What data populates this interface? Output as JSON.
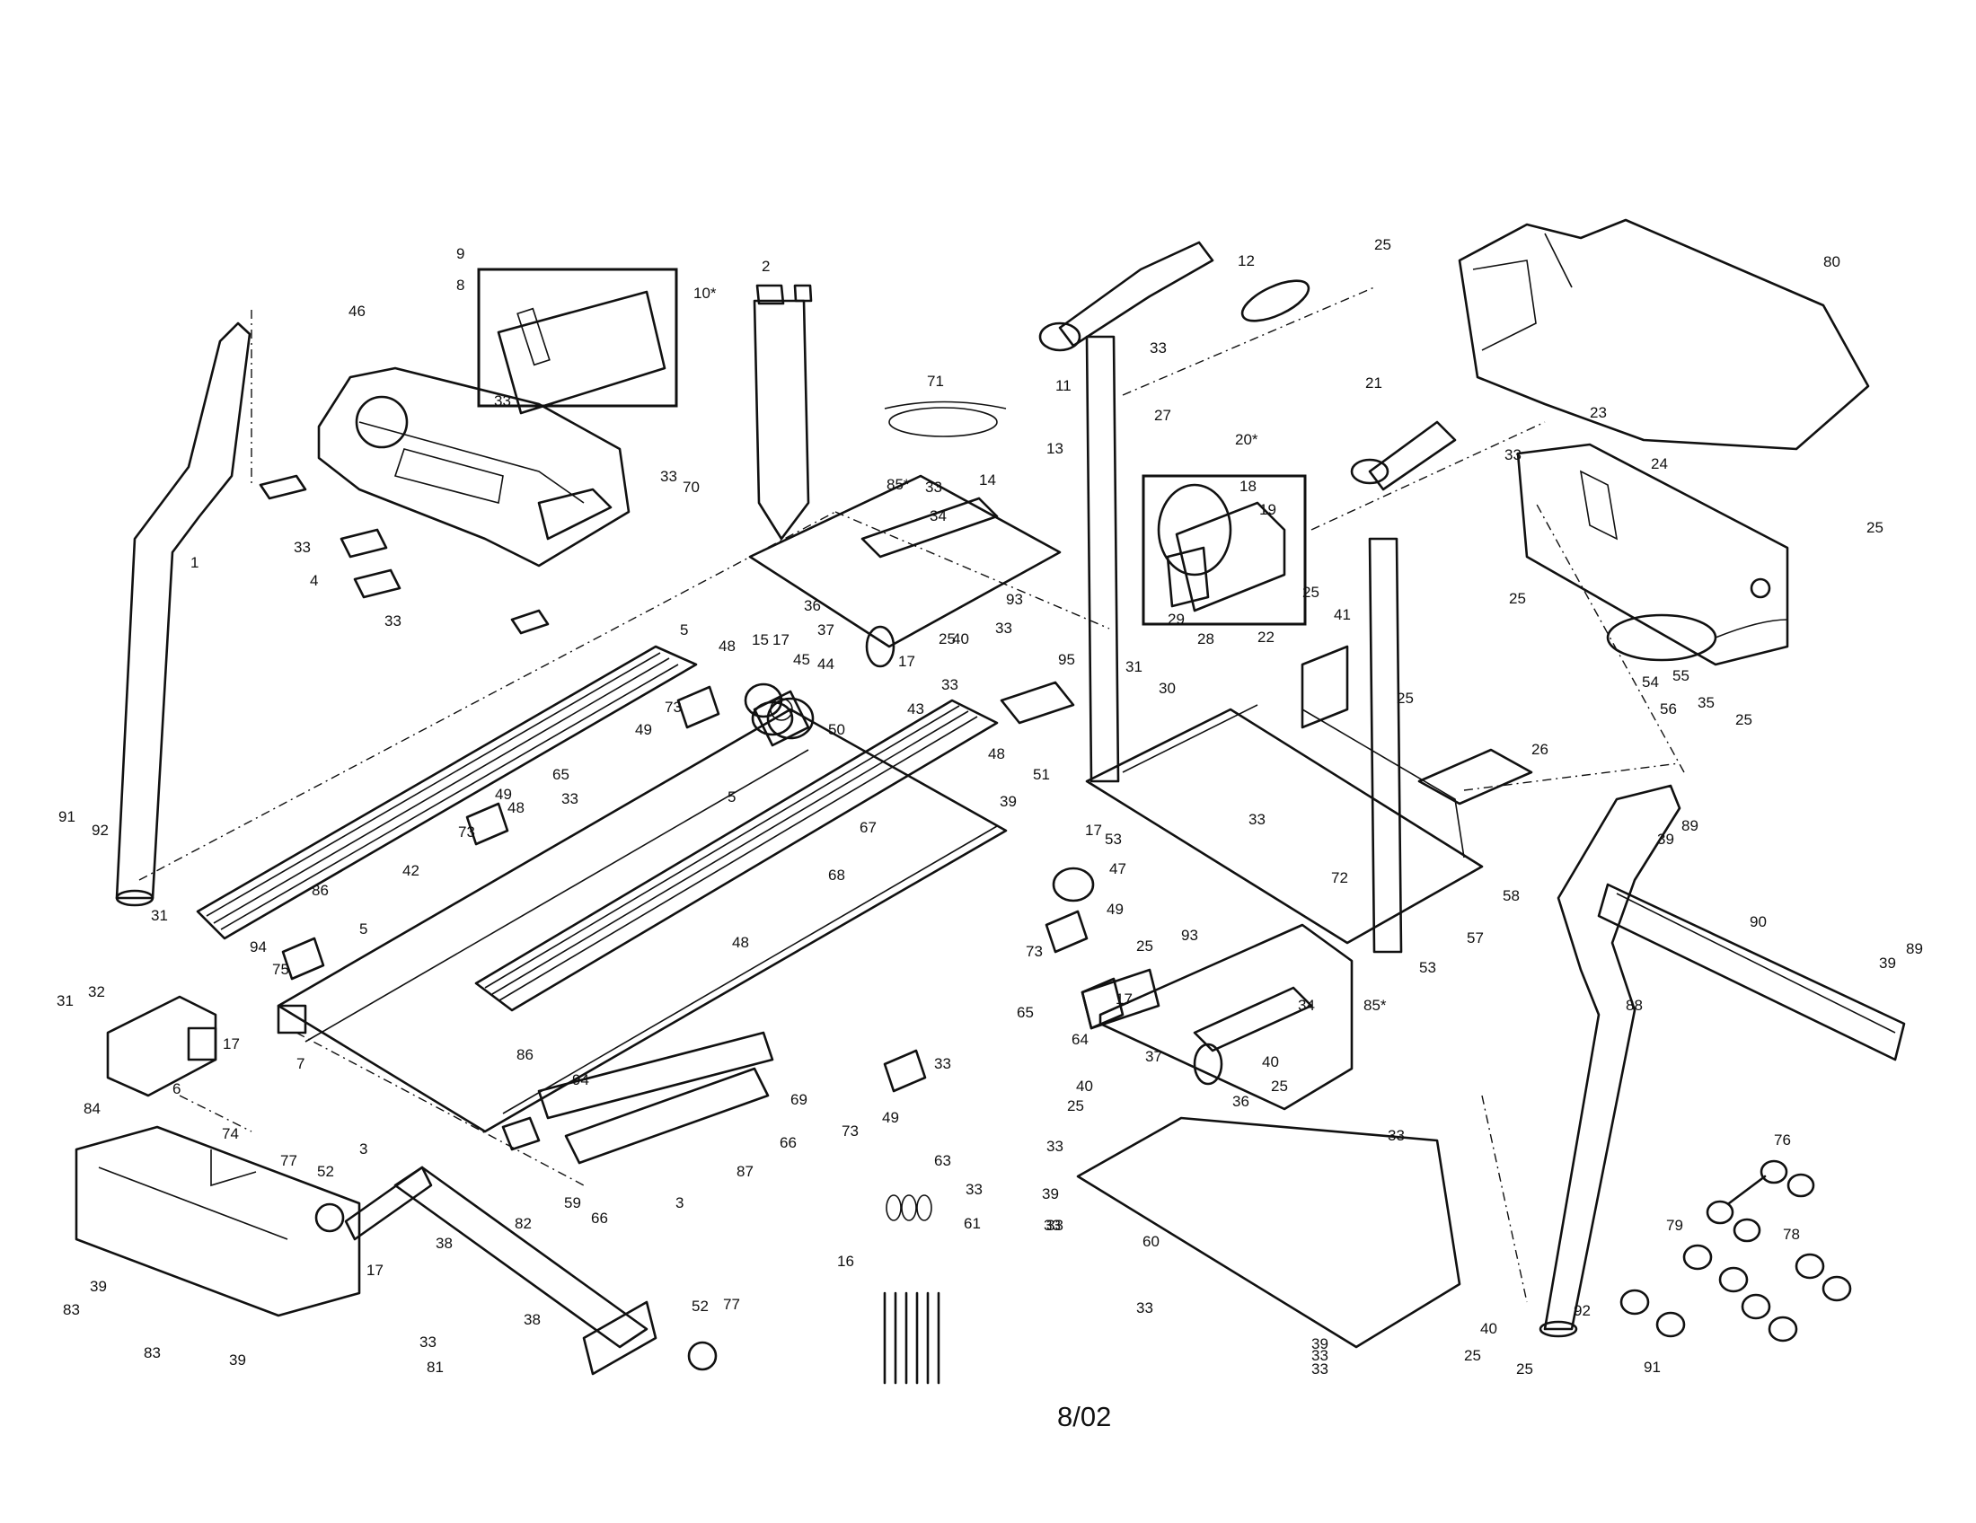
{
  "date_code": "8/02",
  "callouts": [
    {
      "n": "1",
      "t": "1"
    },
    {
      "n": "2",
      "t": "2"
    },
    {
      "n": "3a",
      "t": "3"
    },
    {
      "n": "3b",
      "t": "3"
    },
    {
      "n": "4",
      "t": "4"
    },
    {
      "n": "5a",
      "t": "5"
    },
    {
      "n": "5b",
      "t": "5"
    },
    {
      "n": "5c",
      "t": "5"
    },
    {
      "n": "6",
      "t": "6"
    },
    {
      "n": "7",
      "t": "7"
    },
    {
      "n": "8",
      "t": "8"
    },
    {
      "n": "9",
      "t": "9"
    },
    {
      "n": "10",
      "t": "10*"
    },
    {
      "n": "11",
      "t": "11"
    },
    {
      "n": "12",
      "t": "12"
    },
    {
      "n": "13",
      "t": "13"
    },
    {
      "n": "14",
      "t": "14"
    },
    {
      "n": "15",
      "t": "15"
    },
    {
      "n": "16",
      "t": "16"
    },
    {
      "n": "17a",
      "t": "17"
    },
    {
      "n": "17b",
      "t": "17"
    },
    {
      "n": "17c",
      "t": "17"
    },
    {
      "n": "17d",
      "t": "17"
    },
    {
      "n": "17e",
      "t": "17"
    },
    {
      "n": "17f",
      "t": "17"
    },
    {
      "n": "18",
      "t": "18"
    },
    {
      "n": "19",
      "t": "19"
    },
    {
      "n": "20",
      "t": "20*"
    },
    {
      "n": "21",
      "t": "21"
    },
    {
      "n": "22",
      "t": "22"
    },
    {
      "n": "23",
      "t": "23"
    },
    {
      "n": "24",
      "t": "24"
    },
    {
      "n": "25a",
      "t": "25"
    },
    {
      "n": "25b",
      "t": "25"
    },
    {
      "n": "25c",
      "t": "25"
    },
    {
      "n": "25d",
      "t": "25"
    },
    {
      "n": "25e",
      "t": "25"
    },
    {
      "n": "25f",
      "t": "25"
    },
    {
      "n": "25g",
      "t": "25"
    },
    {
      "n": "25h",
      "t": "25"
    },
    {
      "n": "25i",
      "t": "25"
    },
    {
      "n": "25j",
      "t": "25"
    },
    {
      "n": "25k",
      "t": "25"
    },
    {
      "n": "25l",
      "t": "25"
    },
    {
      "n": "26",
      "t": "26"
    },
    {
      "n": "27",
      "t": "27"
    },
    {
      "n": "28",
      "t": "28"
    },
    {
      "n": "29",
      "t": "29"
    },
    {
      "n": "30",
      "t": "30"
    },
    {
      "n": "31a",
      "t": "31"
    },
    {
      "n": "31b",
      "t": "31"
    },
    {
      "n": "31c",
      "t": "31"
    },
    {
      "n": "32",
      "t": "32"
    },
    {
      "n": "33a",
      "t": "33"
    },
    {
      "n": "33b",
      "t": "33"
    },
    {
      "n": "33c",
      "t": "33"
    },
    {
      "n": "33d",
      "t": "33"
    },
    {
      "n": "33e",
      "t": "33"
    },
    {
      "n": "33f",
      "t": "33"
    },
    {
      "n": "33g",
      "t": "33"
    },
    {
      "n": "33h",
      "t": "33"
    },
    {
      "n": "33i",
      "t": "33"
    },
    {
      "n": "33j",
      "t": "33"
    },
    {
      "n": "33k",
      "t": "33"
    },
    {
      "n": "33l",
      "t": "33"
    },
    {
      "n": "33m",
      "t": "33"
    },
    {
      "n": "33n",
      "t": "33"
    },
    {
      "n": "33o",
      "t": "33"
    },
    {
      "n": "33p",
      "t": "33"
    },
    {
      "n": "33q",
      "t": "33"
    },
    {
      "n": "33r",
      "t": "33"
    },
    {
      "n": "33s",
      "t": "33"
    },
    {
      "n": "33t",
      "t": "33"
    },
    {
      "n": "33u",
      "t": "33"
    },
    {
      "n": "34a",
      "t": "34"
    },
    {
      "n": "34b",
      "t": "34"
    },
    {
      "n": "35",
      "t": "35"
    },
    {
      "n": "36a",
      "t": "36"
    },
    {
      "n": "36b",
      "t": "36"
    },
    {
      "n": "37a",
      "t": "37"
    },
    {
      "n": "37b",
      "t": "37"
    },
    {
      "n": "38a",
      "t": "38"
    },
    {
      "n": "38b",
      "t": "38"
    },
    {
      "n": "39a",
      "t": "39"
    },
    {
      "n": "39b",
      "t": "39"
    },
    {
      "n": "39c",
      "t": "39"
    },
    {
      "n": "39d",
      "t": "39"
    },
    {
      "n": "39e",
      "t": "39"
    },
    {
      "n": "39f",
      "t": "39"
    },
    {
      "n": "39g",
      "t": "39"
    },
    {
      "n": "40a",
      "t": "40"
    },
    {
      "n": "40b",
      "t": "40"
    },
    {
      "n": "40c",
      "t": "40"
    },
    {
      "n": "40d",
      "t": "40"
    },
    {
      "n": "41",
      "t": "41"
    },
    {
      "n": "42",
      "t": "42"
    },
    {
      "n": "43",
      "t": "43"
    },
    {
      "n": "44",
      "t": "44"
    },
    {
      "n": "45",
      "t": "45"
    },
    {
      "n": "46",
      "t": "46"
    },
    {
      "n": "47",
      "t": "47"
    },
    {
      "n": "48a",
      "t": "48"
    },
    {
      "n": "48b",
      "t": "48"
    },
    {
      "n": "48c",
      "t": "48"
    },
    {
      "n": "48d",
      "t": "48"
    },
    {
      "n": "49a",
      "t": "49"
    },
    {
      "n": "49b",
      "t": "49"
    },
    {
      "n": "49c",
      "t": "49"
    },
    {
      "n": "49d",
      "t": "49"
    },
    {
      "n": "50",
      "t": "50"
    },
    {
      "n": "51",
      "t": "51"
    },
    {
      "n": "52a",
      "t": "52"
    },
    {
      "n": "52b",
      "t": "52"
    },
    {
      "n": "53a",
      "t": "53"
    },
    {
      "n": "53b",
      "t": "53"
    },
    {
      "n": "54",
      "t": "54"
    },
    {
      "n": "55",
      "t": "55"
    },
    {
      "n": "56",
      "t": "56"
    },
    {
      "n": "57",
      "t": "57"
    },
    {
      "n": "58",
      "t": "58"
    },
    {
      "n": "59",
      "t": "59"
    },
    {
      "n": "60",
      "t": "60"
    },
    {
      "n": "61",
      "t": "61"
    },
    {
      "n": "63",
      "t": "63"
    },
    {
      "n": "64",
      "t": "64"
    },
    {
      "n": "65a",
      "t": "65"
    },
    {
      "n": "65b",
      "t": "65"
    },
    {
      "n": "66a",
      "t": "66"
    },
    {
      "n": "66b",
      "t": "66"
    },
    {
      "n": "67",
      "t": "67"
    },
    {
      "n": "68",
      "t": "68"
    },
    {
      "n": "69",
      "t": "69"
    },
    {
      "n": "70",
      "t": "70"
    },
    {
      "n": "71",
      "t": "71"
    },
    {
      "n": "72",
      "t": "72"
    },
    {
      "n": "73a",
      "t": "73"
    },
    {
      "n": "73b",
      "t": "73"
    },
    {
      "n": "73c",
      "t": "73"
    },
    {
      "n": "73d",
      "t": "73"
    },
    {
      "n": "74",
      "t": "74"
    },
    {
      "n": "75",
      "t": "75"
    },
    {
      "n": "76",
      "t": "76"
    },
    {
      "n": "77a",
      "t": "77"
    },
    {
      "n": "77b",
      "t": "77"
    },
    {
      "n": "78",
      "t": "78"
    },
    {
      "n": "79",
      "t": "79"
    },
    {
      "n": "80",
      "t": "80"
    },
    {
      "n": "81",
      "t": "81"
    },
    {
      "n": "82",
      "t": "82"
    },
    {
      "n": "83a",
      "t": "83"
    },
    {
      "n": "83b",
      "t": "83"
    },
    {
      "n": "84",
      "t": "84"
    },
    {
      "n": "85a",
      "t": "85*"
    },
    {
      "n": "85b",
      "t": "85*"
    },
    {
      "n": "86a",
      "t": "86"
    },
    {
      "n": "86b",
      "t": "86"
    },
    {
      "n": "87",
      "t": "87"
    },
    {
      "n": "88",
      "t": "88"
    },
    {
      "n": "89a",
      "t": "89"
    },
    {
      "n": "89b",
      "t": "89"
    },
    {
      "n": "90",
      "t": "90"
    },
    {
      "n": "91a",
      "t": "91"
    },
    {
      "n": "91b",
      "t": "91"
    },
    {
      "n": "92a",
      "t": "92"
    },
    {
      "n": "92b",
      "t": "92"
    },
    {
      "n": "93a",
      "t": "93"
    },
    {
      "n": "93b",
      "t": "93"
    },
    {
      "n": "94a",
      "t": "94"
    },
    {
      "n": "94b",
      "t": "94"
    },
    {
      "n": "95",
      "t": "95"
    }
  ]
}
